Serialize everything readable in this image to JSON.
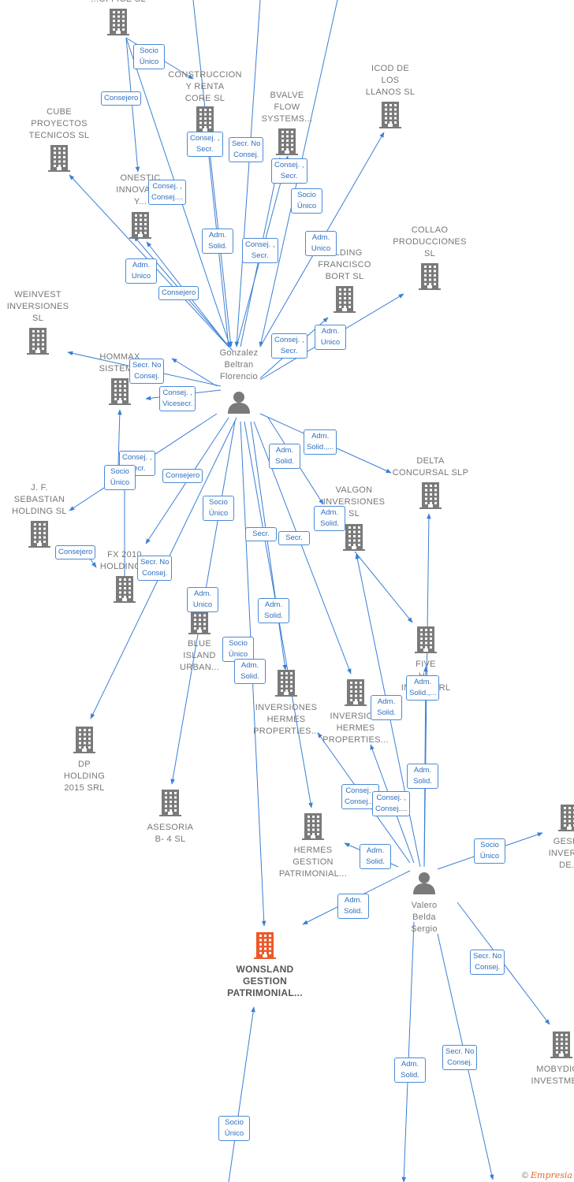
{
  "colors": {
    "edge": "#3a7fd5",
    "building": "#7a7a7a",
    "person": "#7a7a7a",
    "target": "#ec5a2b"
  },
  "nodes": [
    {
      "id": "office",
      "type": "company",
      "label": "...OFFICE SL"
    },
    {
      "id": "construccion",
      "type": "company",
      "label": "CONSTRUCCION\nY RENTA\nCORE SL"
    },
    {
      "id": "bvalve",
      "type": "company",
      "label": "BVALVE\nFLOW\nSYSTEMS..."
    },
    {
      "id": "icod",
      "type": "company",
      "label": "ICOD DE\nLOS\nLLANOS  SL"
    },
    {
      "id": "cube",
      "type": "company",
      "label": "CUBE\nPROYECTOS\nTECNICOS SL"
    },
    {
      "id": "onestic",
      "type": "company",
      "label": "ONESTIC\nINNOVAC...\nY..."
    },
    {
      "id": "collao",
      "type": "company",
      "label": "COLLAO\nPRODUCCIONES\nSL"
    },
    {
      "id": "holding_fb",
      "type": "company",
      "label": "...LDING\nFRANCISCO\nBORT SL"
    },
    {
      "id": "weinvest",
      "type": "company",
      "label": "WEINVEST\nINVERSIONES\nSL"
    },
    {
      "id": "hommax",
      "type": "company",
      "label": "HOMMAX\nSISTEM..."
    },
    {
      "id": "gonzalez",
      "type": "person",
      "label": "Gonzalez\nBeltran\nFlorencio"
    },
    {
      "id": "delta",
      "type": "company",
      "label": "DELTA\nCONCURSAL SLP"
    },
    {
      "id": "jf",
      "type": "company",
      "label": "J.  F.\nSEBASTIAN\nHOLDING SL"
    },
    {
      "id": "valgon",
      "type": "company",
      "label": "VALGON\nINVERSIONES\nSL"
    },
    {
      "id": "fx",
      "type": "company",
      "label": "FX 2010\nHOLDING..."
    },
    {
      "id": "blue",
      "type": "company",
      "label": "BLUE\nISLAND\nURBAN..."
    },
    {
      "id": "five",
      "type": "company",
      "label": "FIVE\nH...\nINVE... SRL"
    },
    {
      "id": "ihp1",
      "type": "company",
      "label": "INVERSIONES\nHERMES\nPROPERTIES..."
    },
    {
      "id": "ihp2",
      "type": "company",
      "label": "INVERSIO...\nHERMES\nPROPERTIES..."
    },
    {
      "id": "dp",
      "type": "company",
      "label": "DP\nHOLDING\n2015 SRL"
    },
    {
      "id": "asesoria",
      "type": "company",
      "label": "ASESORIA\nB- 4 SL"
    },
    {
      "id": "hermes_gp",
      "type": "company",
      "label": "HERMES\nGESTION\nPATRIMONIAL..."
    },
    {
      "id": "gesp",
      "type": "company",
      "label": "GESP...\nINVERS...\nDE..."
    },
    {
      "id": "valero",
      "type": "person",
      "label": "Valero\nBelda\nSergio"
    },
    {
      "id": "wonsland",
      "type": "target",
      "label": "WONSLAND\nGESTION\nPATRIMONIAL..."
    },
    {
      "id": "mobydic",
      "type": "company",
      "label": "MOBYDIC...\nINVESTMEN..."
    }
  ],
  "edge_labels": [
    "Socio\nÚnico",
    "Consejero",
    "Consej. ,\nSecr.",
    "Secr.  No\nConsej.",
    "Consej. ,\nSecr.",
    "Consej. ,\nConsej....",
    "Socio\nÚnico",
    "Adm.\nSolid.",
    "Consej. ,\nSecr.",
    "Adm.\nUnico",
    "Adm.\nUnico",
    "Consejero",
    "Consej. ,\nSecr.",
    "Adm.\nUnico",
    "Secr.  No\nConsej.",
    "Consej. ,\nVicesecr.",
    "Consej. ,\nSecr.",
    "Socio\nÚnico",
    "Consejero",
    "Adm.\nSolid.",
    "Adm.\nSolid.,...",
    "Socio\nÚnico",
    "Adm.\nSolid.",
    "Consejero",
    "Secr.  No\nConsej.",
    "Secr.",
    "Secr.",
    "Adm.\nUnico",
    "Adm.\nSolid.",
    "Socio\nÚnico",
    "Adm.\nSolid.",
    "Adm.\nSolid.,...",
    "Adm.\nSolid.",
    "Adm.\nSolid.",
    "Consej. ,\nConsej....",
    "Consej. ,\nConsej....",
    "Adm.\nSolid.",
    "Adm.\nSolid.",
    "Socio\nÚnico",
    "Secr.  No\nConsej.",
    "Adm.\nSolid.",
    "Secr.  No\nConsej.",
    "Socio\nÚnico"
  ],
  "footer": {
    "copyright": "©",
    "brand": "Empresia"
  }
}
